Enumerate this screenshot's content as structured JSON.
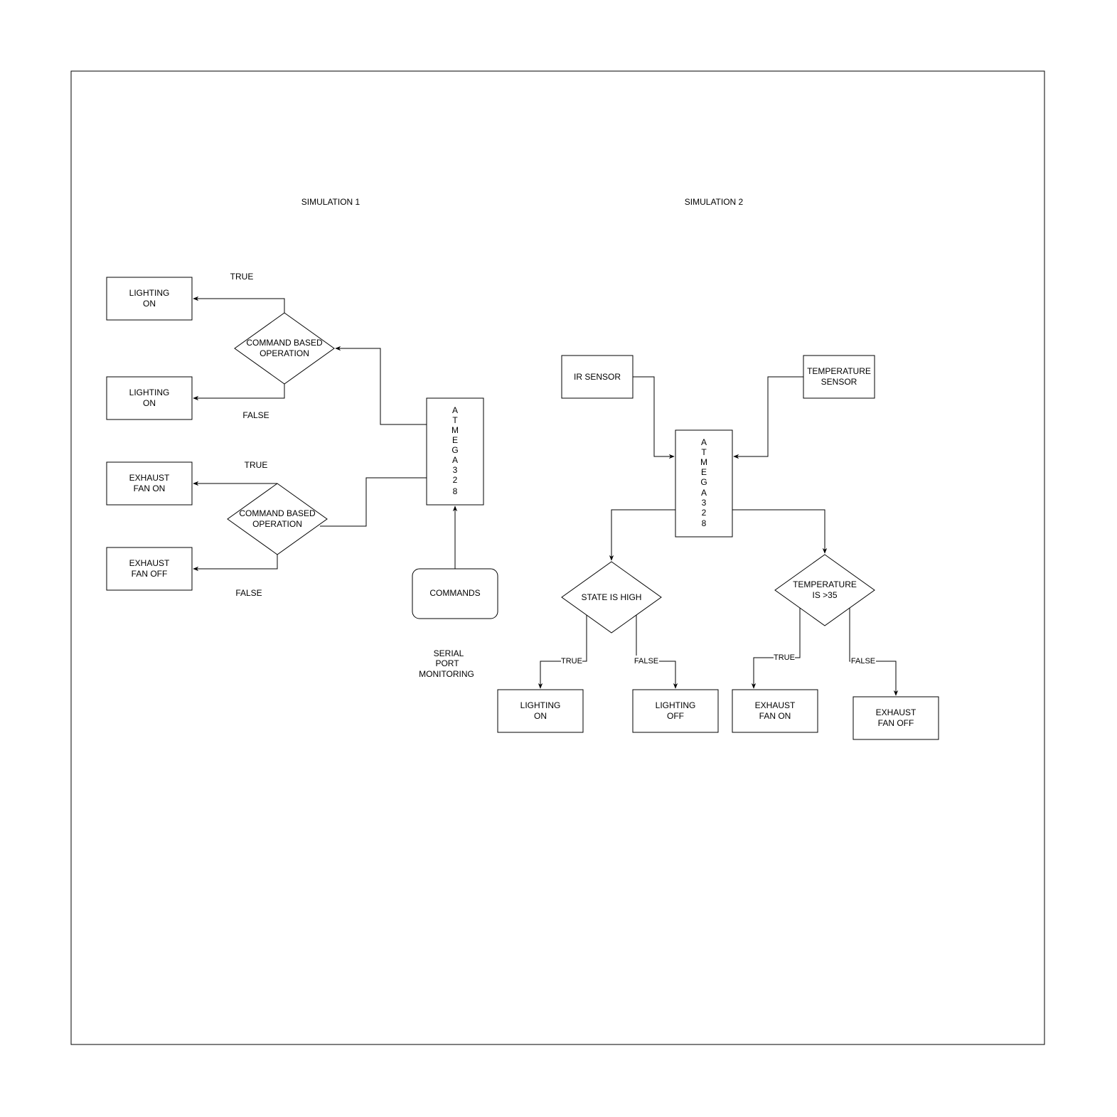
{
  "titles": {
    "sim1": "SIMULATION  1",
    "sim2": "SIMULATION  2"
  },
  "sim1": {
    "lighting_on_a": [
      "LIGHTING",
      "ON"
    ],
    "lighting_on_b": [
      "LIGHTING",
      "ON"
    ],
    "decision_a": [
      "COMMAND BASED",
      "OPERATION"
    ],
    "decision_b": [
      "COMMAND BASED",
      "OPERATION"
    ],
    "exhaust_on": [
      "EXHAUST",
      "FAN ON"
    ],
    "exhaust_off": [
      "EXHAUST",
      "FAN OFF"
    ],
    "mcu": [
      "A",
      "T",
      "M",
      "E",
      "G",
      "A",
      "3",
      "2",
      "8"
    ],
    "commands": "COMMANDS",
    "serial_note": [
      "SERIAL",
      "PORT",
      "MONITORING"
    ],
    "label_true_a": "TRUE",
    "label_false_a": "FALSE",
    "label_true_b": "TRUE",
    "label_false_b": "FALSE"
  },
  "sim2": {
    "ir_sensor": "IR SENSOR",
    "temp_sensor": [
      "TEMPERATURE",
      "SENSOR"
    ],
    "mcu": [
      "A",
      "T",
      "M",
      "E",
      "G",
      "A",
      "3",
      "2",
      "8"
    ],
    "decision_state": "STATE IS HIGH",
    "decision_temp": [
      "TEMPERATURE",
      "IS >35"
    ],
    "lighting_on": [
      "LIGHTING",
      "ON"
    ],
    "lighting_off": [
      "LIGHTING",
      "OFF"
    ],
    "exhaust_on": [
      "EXHAUST",
      "FAN ON"
    ],
    "exhaust_off": [
      "EXHAUST",
      "FAN OFF"
    ],
    "edge_true_a": "TRUE",
    "edge_false_a": "FALSE",
    "edge_true_b": "TRUE",
    "edge_false_b": "FALSE"
  }
}
